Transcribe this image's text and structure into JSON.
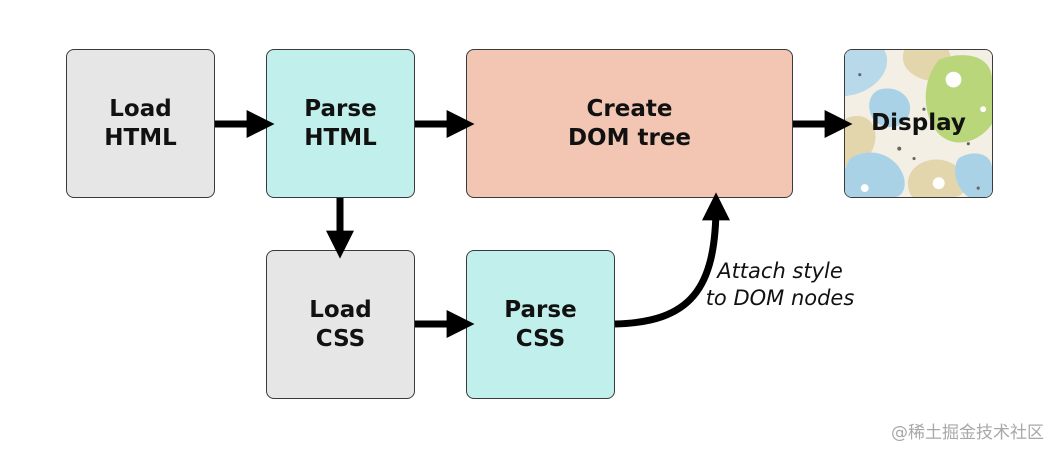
{
  "diagram": {
    "nodes": {
      "load_html": "Load\nHTML",
      "parse_html": "Parse\nHTML",
      "create_dom": "Create\nDOM tree",
      "display": "Display",
      "load_css": "Load\nCSS",
      "parse_css": "Parse\nCSS"
    },
    "edge_label": "Attach style\nto DOM nodes",
    "colors": {
      "gray_box": "#e6e6e6",
      "cyan_box": "#c0efec",
      "salmon_box": "#f2c6b2",
      "arrow": "#000000"
    }
  },
  "watermark": "@稀土掘金技术社区"
}
